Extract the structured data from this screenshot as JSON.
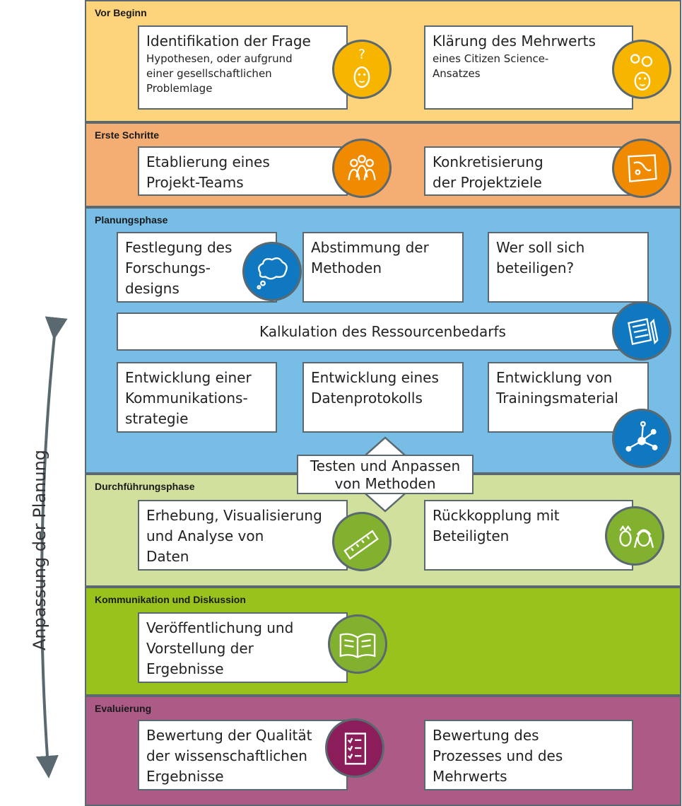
{
  "side_label": "Anpassung der Planung",
  "colors": {
    "vor_beginn": "#fdd37c",
    "erste_schritte": "#f4ad73",
    "planungsphase": "#77bde6",
    "durchfuehrung": "#d1e09c",
    "kommunikation": "#99c31c",
    "evaluierung": "#ac5a86",
    "border": "#5a6870"
  },
  "phases": {
    "vor_beginn": {
      "title": "Vor Beginn",
      "box1": {
        "main": "Identifikation der Frage",
        "sub": "Hypothesen, oder aufgrund\neiner gesellschaftlichen\nProblemlage"
      },
      "box2": {
        "main": "Klärung des Mehrwerts",
        "sub": "eines Citizen Science-\nAnsatzes"
      }
    },
    "erste_schritte": {
      "title": "Erste Schritte",
      "box1": "Etablierung eines\nProjekt-Teams",
      "box2": "Konkretisierung\nder Projektziele"
    },
    "planungsphase": {
      "title": "Planungsphase",
      "box1": "Festlegung des\nForschungs-\ndesigns",
      "box2": "Abstimmung der\nMethoden",
      "box3": "Wer soll sich\nbeteiligen?",
      "wide": "Kalkulation des Ressourcenbedarfs",
      "box4": "Entwicklung einer\nKommunikations-\nstrategie",
      "box5": "Entwicklung eines\nDatenprotokolls",
      "box6": "Entwicklung von\nTrainingsmaterial"
    },
    "testen": "Testen und Anpassen\nvon Methoden",
    "durchfuehrung": {
      "title": "Durchführungsphase",
      "box1": "Erhebung, Visualisierung\nund Analyse von\nDaten",
      "box2": "Rückkopplung mit\nBeteiligten"
    },
    "kommunikation": {
      "title": "Kommunikation und Diskussion",
      "box1": "Veröffentlichung und\nVorstellung der\nErgebnisse"
    },
    "evaluierung": {
      "title": "Evaluierung",
      "box1": "Bewertung der Qualität\nder wissenschaftlichen\nErgebnisse",
      "box2": "Bewertung des\nProzesses und des\nMehrwerts"
    }
  },
  "icons": {
    "vor1": "question-face-icon",
    "vor2": "idea-gears-face-icon",
    "erste1": "team-people-icon",
    "erste2": "map-icon",
    "plan1": "thought-cloud-icon",
    "plan2": "notepad-pencil-icon",
    "plan3": "network-icon",
    "durch1": "ruler-icon",
    "durch2": "two-faces-icon",
    "komm1": "open-book-icon",
    "eval1": "checklist-icon"
  }
}
